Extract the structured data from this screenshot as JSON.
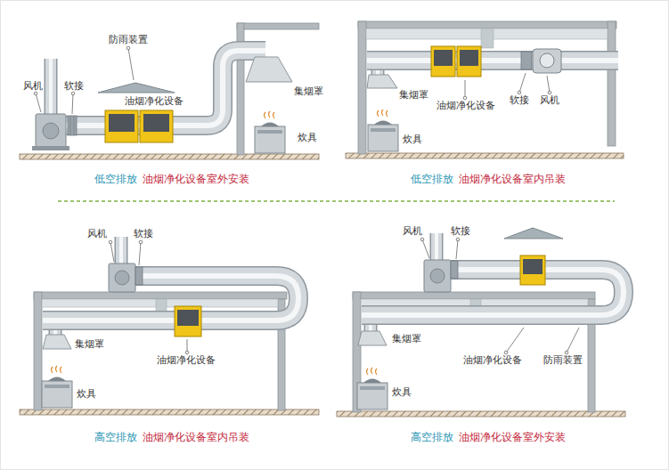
{
  "diagram": {
    "labels": [
      "风机",
      "软接",
      "防雨装置",
      "油烟净化设备",
      "集烟罩",
      "炊具",
      "低空排放",
      "油烟净化设备室外安装",
      "集烟罩",
      "油烟净化设备",
      "软接",
      "风机",
      "炊具",
      "低空排放",
      "油烟净化设备室内吊装",
      "风机",
      "软接",
      "集烟罩",
      "油烟净化设备",
      "炊具",
      "高空排放",
      "油烟净化设备室内吊装",
      "风机",
      "软接",
      "集烟罩",
      "油烟净化设备",
      "防雨装置",
      "炊具",
      "高空排放",
      "油烟净化设备室外安装"
    ]
  }
}
